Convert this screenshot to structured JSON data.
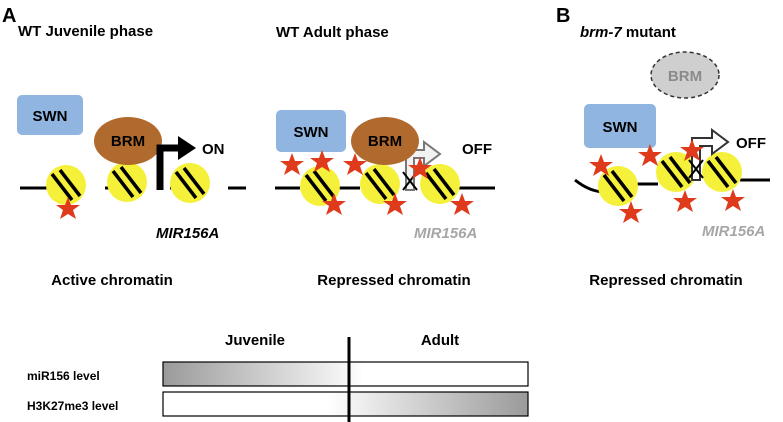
{
  "panels": {
    "a": {
      "letter": "A",
      "juvenile": {
        "title": "WT Juvenile phase",
        "swn": "SWN",
        "brm": "BRM",
        "state": "ON",
        "gene": "MIR156A",
        "chromatin": "Active chromatin"
      },
      "adult": {
        "title": "WT Adult phase",
        "swn": "SWN",
        "brm": "BRM",
        "state": "OFF",
        "gene": "MIR156A",
        "chromatin": "Repressed chromatin"
      }
    },
    "b": {
      "letter": "B",
      "title_italic": "brm-7",
      "title_rest": " mutant",
      "swn": "SWN",
      "brm": "BRM",
      "state": "OFF",
      "gene": "MIR156A",
      "chromatin": "Repressed chromatin"
    }
  },
  "gradient_chart": {
    "phase_left": "Juvenile",
    "phase_right": "Adult",
    "rows": [
      {
        "label": "miR156 level"
      },
      {
        "label": "H3K27me3 level"
      }
    ]
  },
  "colors": {
    "swn": "#8fb5e0",
    "brm": "#b06a2e",
    "brm_absent": "#cfcfcf",
    "nucleosome": "#f5f03a",
    "mark": "#e03a1c",
    "gene_inactive": "#a6a6a6"
  },
  "icons": [
    "star-mark-icon",
    "arrow-on-icon",
    "arrow-off-icon"
  ]
}
